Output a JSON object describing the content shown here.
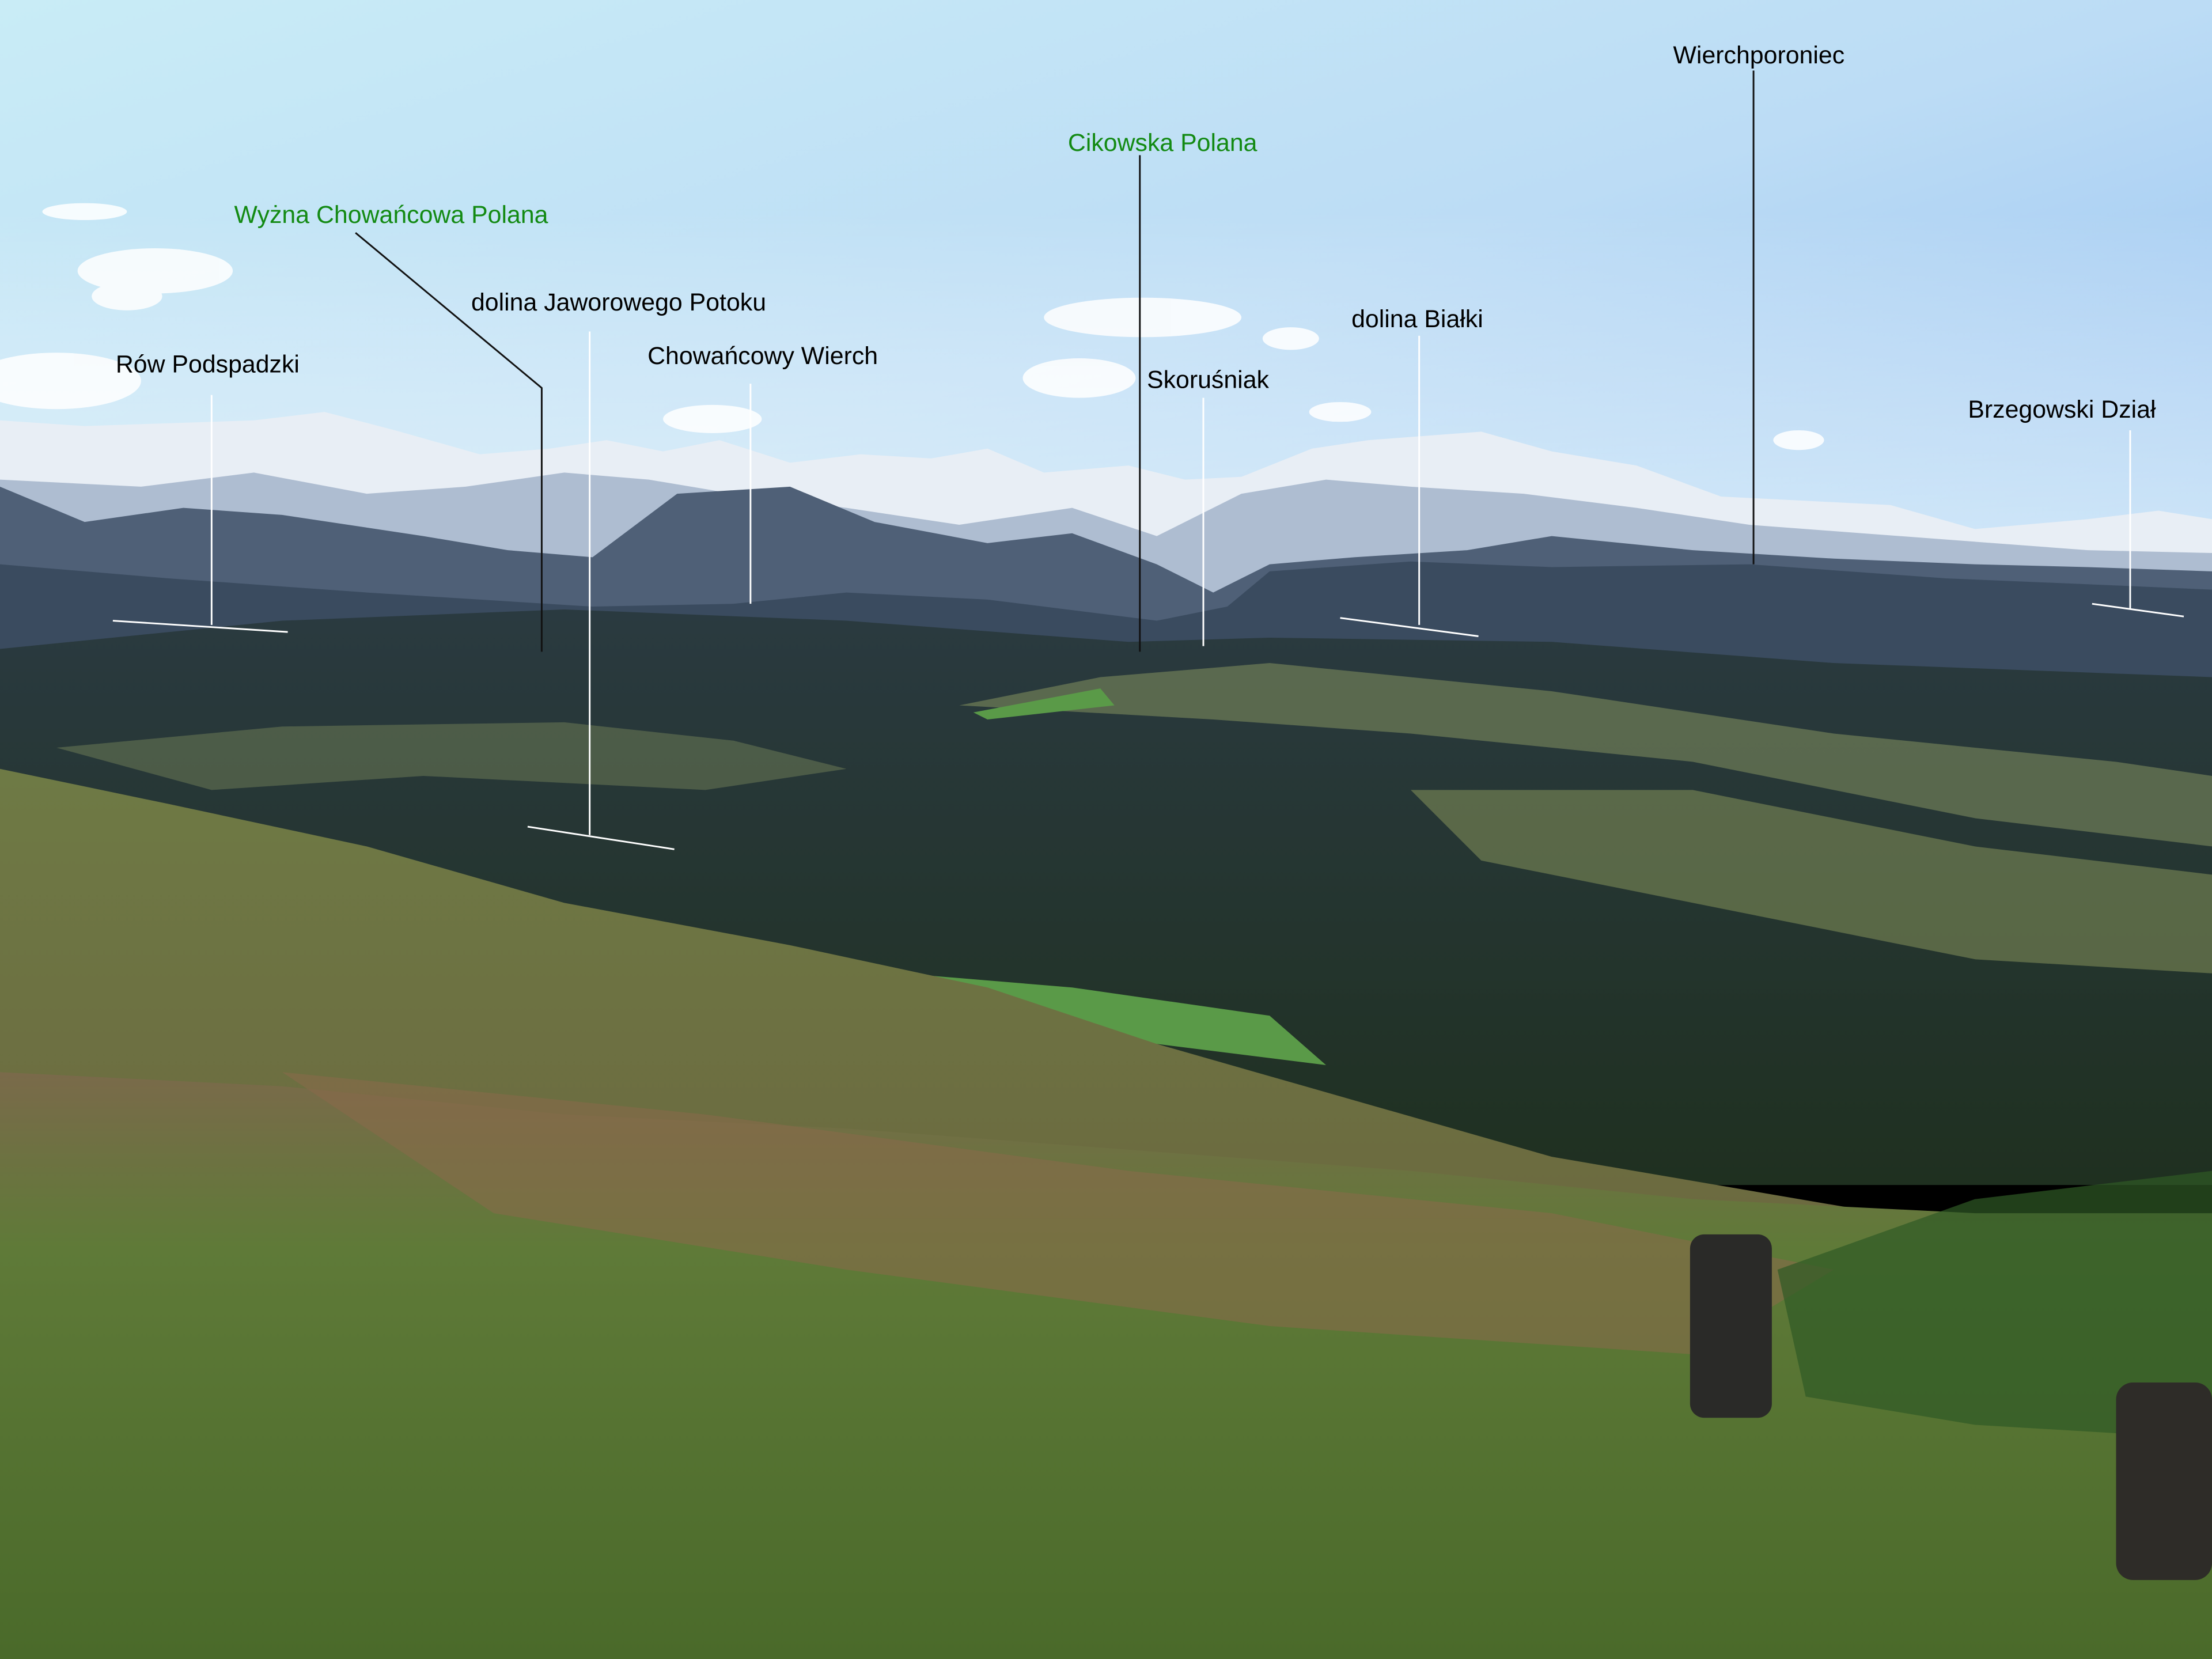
{
  "labels": {
    "row_podspadzki": {
      "text": "Rów Podspadzki",
      "color": "#000000"
    },
    "wyzna_chowancowa_polana": {
      "text": "Wyżna Chowańcowa Polana",
      "color": "#138a13"
    },
    "dolina_jaworowego_potoku": {
      "text": "dolina Jaworowego Potoku",
      "color": "#000000"
    },
    "chowancowy_wierch": {
      "text": "Chowańcowy Wierch",
      "color": "#000000"
    },
    "cikowska_polana": {
      "text": "Cikowska Polana",
      "color": "#138a13"
    },
    "skorusniak": {
      "text": "Skoruśniak",
      "color": "#000000"
    },
    "dolina_bialki": {
      "text": "dolina Białki",
      "color": "#000000"
    },
    "wierchporoniec": {
      "text": "Wierchporoniec",
      "color": "#000000"
    },
    "brzegowski_dzial": {
      "text": "Brzegowski Dział",
      "color": "#000000"
    }
  }
}
